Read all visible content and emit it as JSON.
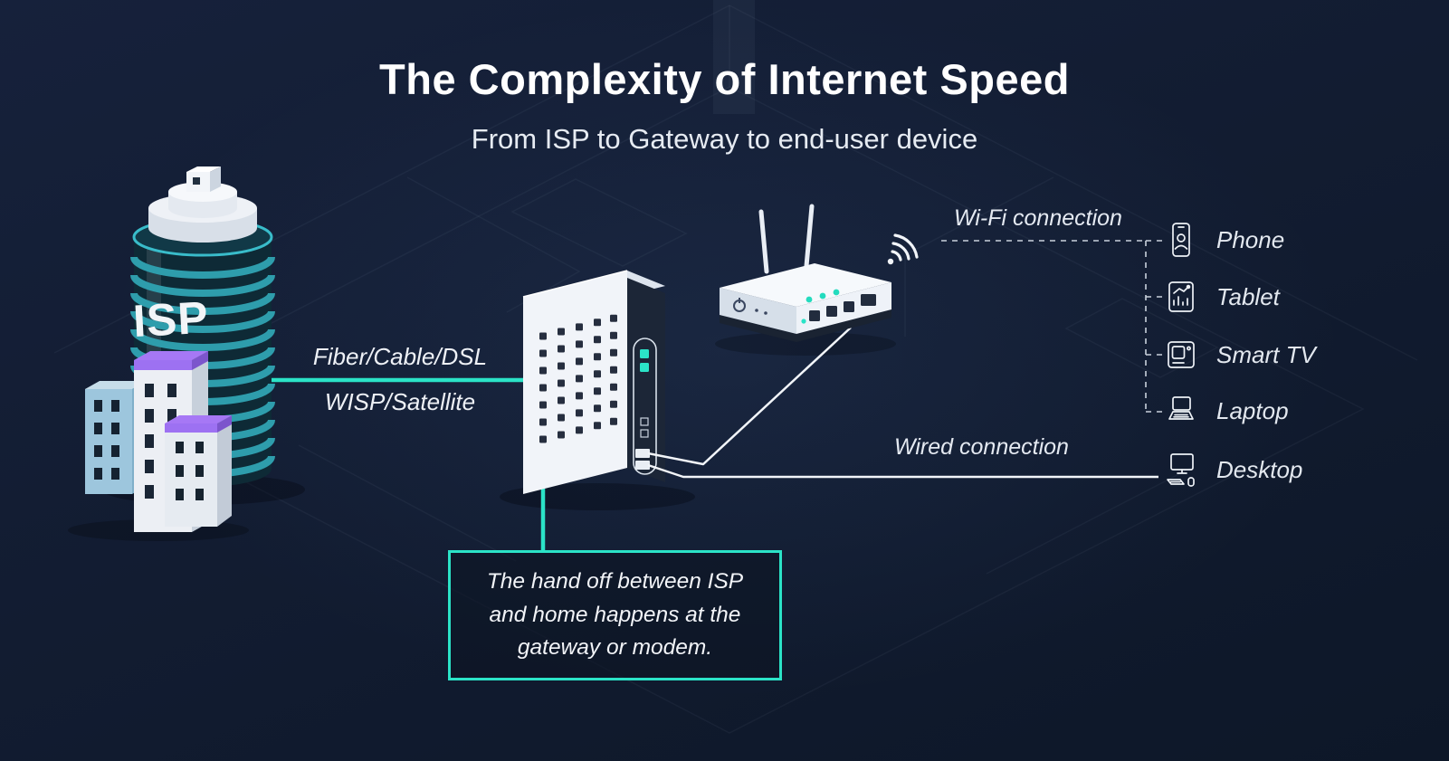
{
  "header": {
    "title": "The Complexity of Internet Speed",
    "subtitle": "From ISP to Gateway to end-user device"
  },
  "isp": {
    "building_label": "ISP"
  },
  "links": {
    "uplink_line1": "Fiber/Cable/DSL",
    "uplink_line2": "WISP/Satellite",
    "wifi": "Wi-Fi connection",
    "wired": "Wired connection"
  },
  "callout": {
    "text": "The hand off between ISP and home happens at the gateway or modem."
  },
  "devices": [
    {
      "id": "phone",
      "label": "Phone",
      "connection": "wifi"
    },
    {
      "id": "tablet",
      "label": "Tablet",
      "connection": "wifi"
    },
    {
      "id": "smart-tv",
      "label": "Smart TV",
      "connection": "wifi"
    },
    {
      "id": "laptop",
      "label": "Laptop",
      "connection": "wifi"
    },
    {
      "id": "desktop",
      "label": "Desktop",
      "connection": "wired"
    }
  ],
  "colors": {
    "accent_teal": "#2BE3C7",
    "background": "#111B2E",
    "line_white": "#F2F5F9"
  }
}
